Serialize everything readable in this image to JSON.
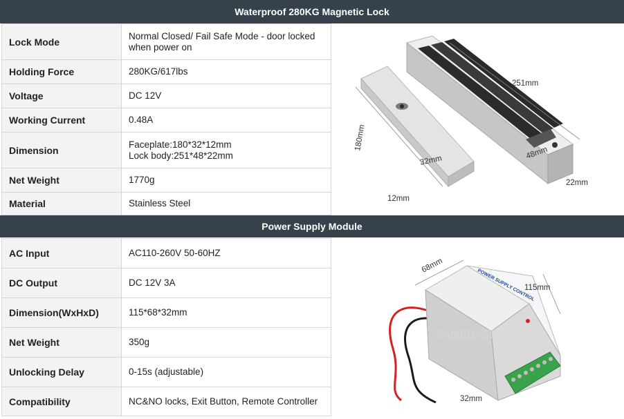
{
  "lock_section": {
    "title": "Waterproof 280KG Magnetic Lock",
    "rows": [
      {
        "label": "Lock Mode",
        "value": "Normal Closed/ Fail Safe Mode - door locked",
        "value2": "when power on"
      },
      {
        "label": "Holding Force",
        "value": "280KG/617lbs",
        "value2": ""
      },
      {
        "label": "Voltage",
        "value": "DC 12V",
        "value2": ""
      },
      {
        "label": "Working Current",
        "value": "0.48A",
        "value2": ""
      },
      {
        "label": "Dimension",
        "value": "Faceplate:180*32*12mm",
        "value2": "Lock body:251*48*22mm"
      },
      {
        "label": "Net Weight",
        "value": "1770g",
        "value2": ""
      },
      {
        "label": "Material",
        "value": "Stainless Steel",
        "value2": ""
      }
    ],
    "image_labels": {
      "length": "251mm",
      "plate_length": "180mm",
      "width": "48mm",
      "plate_width": "32mm",
      "depth": "22mm",
      "plate_depth": "12mm"
    }
  },
  "power_section": {
    "title": "Power Supply Module",
    "rows": [
      {
        "label": "AC Input",
        "value": "AC110-260V 50-60HZ"
      },
      {
        "label": "DC Output",
        "value": "DC 12V 3A"
      },
      {
        "label": "Dimension(WxHxD)",
        "value": "115*68*32mm"
      },
      {
        "label": "Net Weight",
        "value": "350g"
      },
      {
        "label": "Unlocking Delay",
        "value": "0-15s (adjustable)"
      },
      {
        "label": "Compatibility",
        "value": "NC&NO locks, Exit Button, Remote Controller"
      }
    ],
    "image_labels": {
      "length": "115mm",
      "width": "68mm",
      "depth": "32mm",
      "brand": "POWER SUPPLY CONTROL",
      "watermark": "SAMEBASE"
    }
  }
}
